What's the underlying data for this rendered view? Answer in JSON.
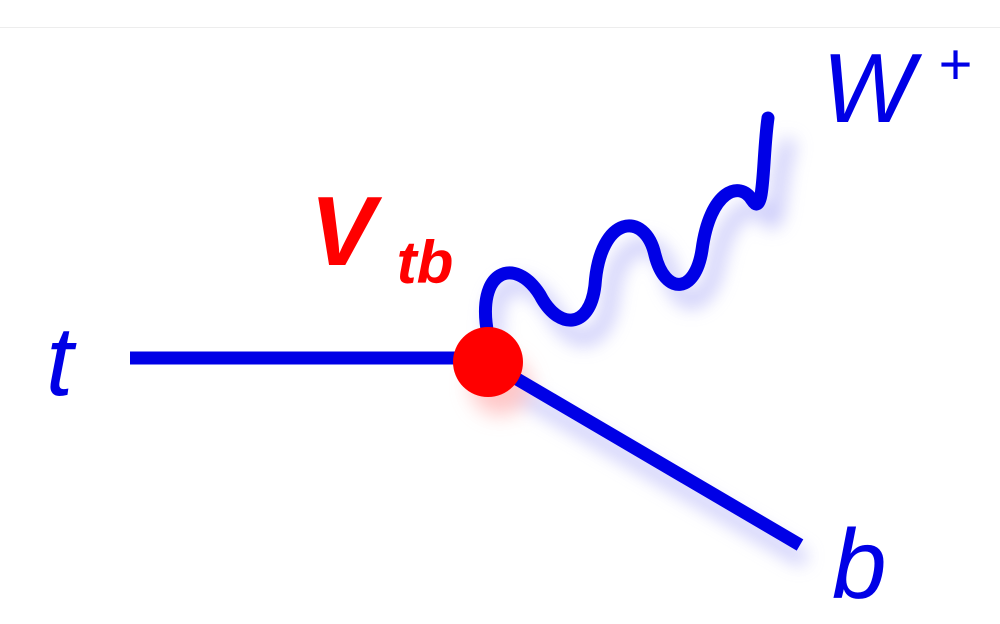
{
  "diagram": {
    "particles": {
      "incoming": "t",
      "boson": "W",
      "boson_charge": "+",
      "outgoing": "b"
    },
    "vertex": {
      "coupling_symbol": "V",
      "coupling_subscript": "tb"
    }
  },
  "colors": {
    "line": "#0000e6",
    "label": "#0000e6",
    "vertex": "#ff0000",
    "coupling": "#ff0000",
    "glow": "#9a9af5"
  }
}
